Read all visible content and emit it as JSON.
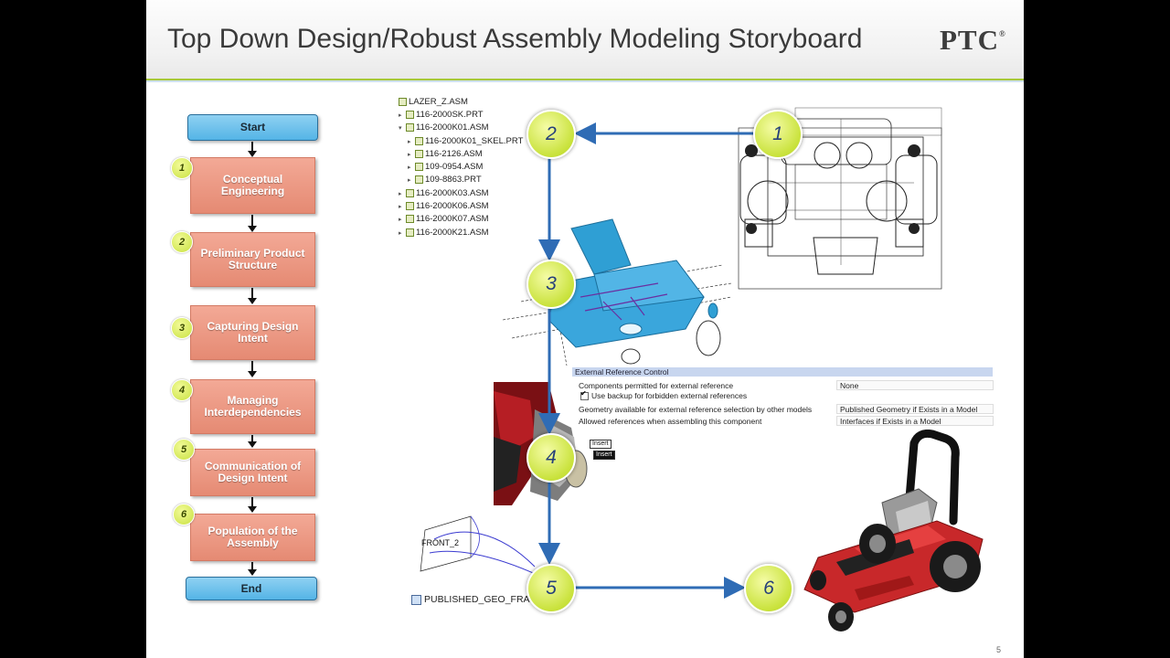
{
  "slide": {
    "title": "Top Down Design/Robust Assembly Modeling Storyboard",
    "logo": "PTC",
    "logo_mark": "®",
    "page_number": "5"
  },
  "flowchart": {
    "start": "Start",
    "end": "End",
    "steps": [
      {
        "num": "1",
        "label": "Conceptual Engineering"
      },
      {
        "num": "2",
        "label": "Preliminary Product Structure"
      },
      {
        "num": "3",
        "label": "Capturing Design Intent"
      },
      {
        "num": "4",
        "label": "Managing Interdependencies"
      },
      {
        "num": "5",
        "label": "Communication of Design Intent"
      },
      {
        "num": "6",
        "label": "Population of the Assembly"
      }
    ]
  },
  "model_tree": {
    "root": "LAZER_Z.ASM",
    "items": [
      "116-2000SK.PRT",
      "116-2000K01.ASM",
      "116-2000K01_SKEL.PRT",
      "116-2126.ASM",
      "109-0954.ASM",
      "109-8863.PRT",
      "116-2000K03.ASM",
      "116-2000K06.ASM",
      "116-2000K07.ASM",
      "116-2000K21.ASM"
    ]
  },
  "storyboard_markers": [
    "1",
    "2",
    "3",
    "4",
    "5",
    "6"
  ],
  "external_reference_control": {
    "title": "External Reference Control",
    "rows": [
      {
        "label": "Components permitted for external reference",
        "value": "None"
      },
      {
        "label": "Use backup for forbidden external references",
        "value": ""
      },
      {
        "label": "Geometry available for external reference selection by other models",
        "value": "Published Geometry if Exists in a Model"
      },
      {
        "label": "Allowed references when assembling this component",
        "value": "Interfaces if Exists in a Model"
      }
    ]
  },
  "insert_tags": [
    "Insert",
    "Insert"
  ],
  "sketch_label": "FRONT_2",
  "published_feature": "PUBLISHED_GEO_FRAM",
  "colors": {
    "arrow_blue": "#2f6cb5",
    "badge_green": "#c7e03e",
    "step_salmon": "#e58a73",
    "start_blue": "#54b4e6",
    "mower_red": "#c8282a"
  }
}
